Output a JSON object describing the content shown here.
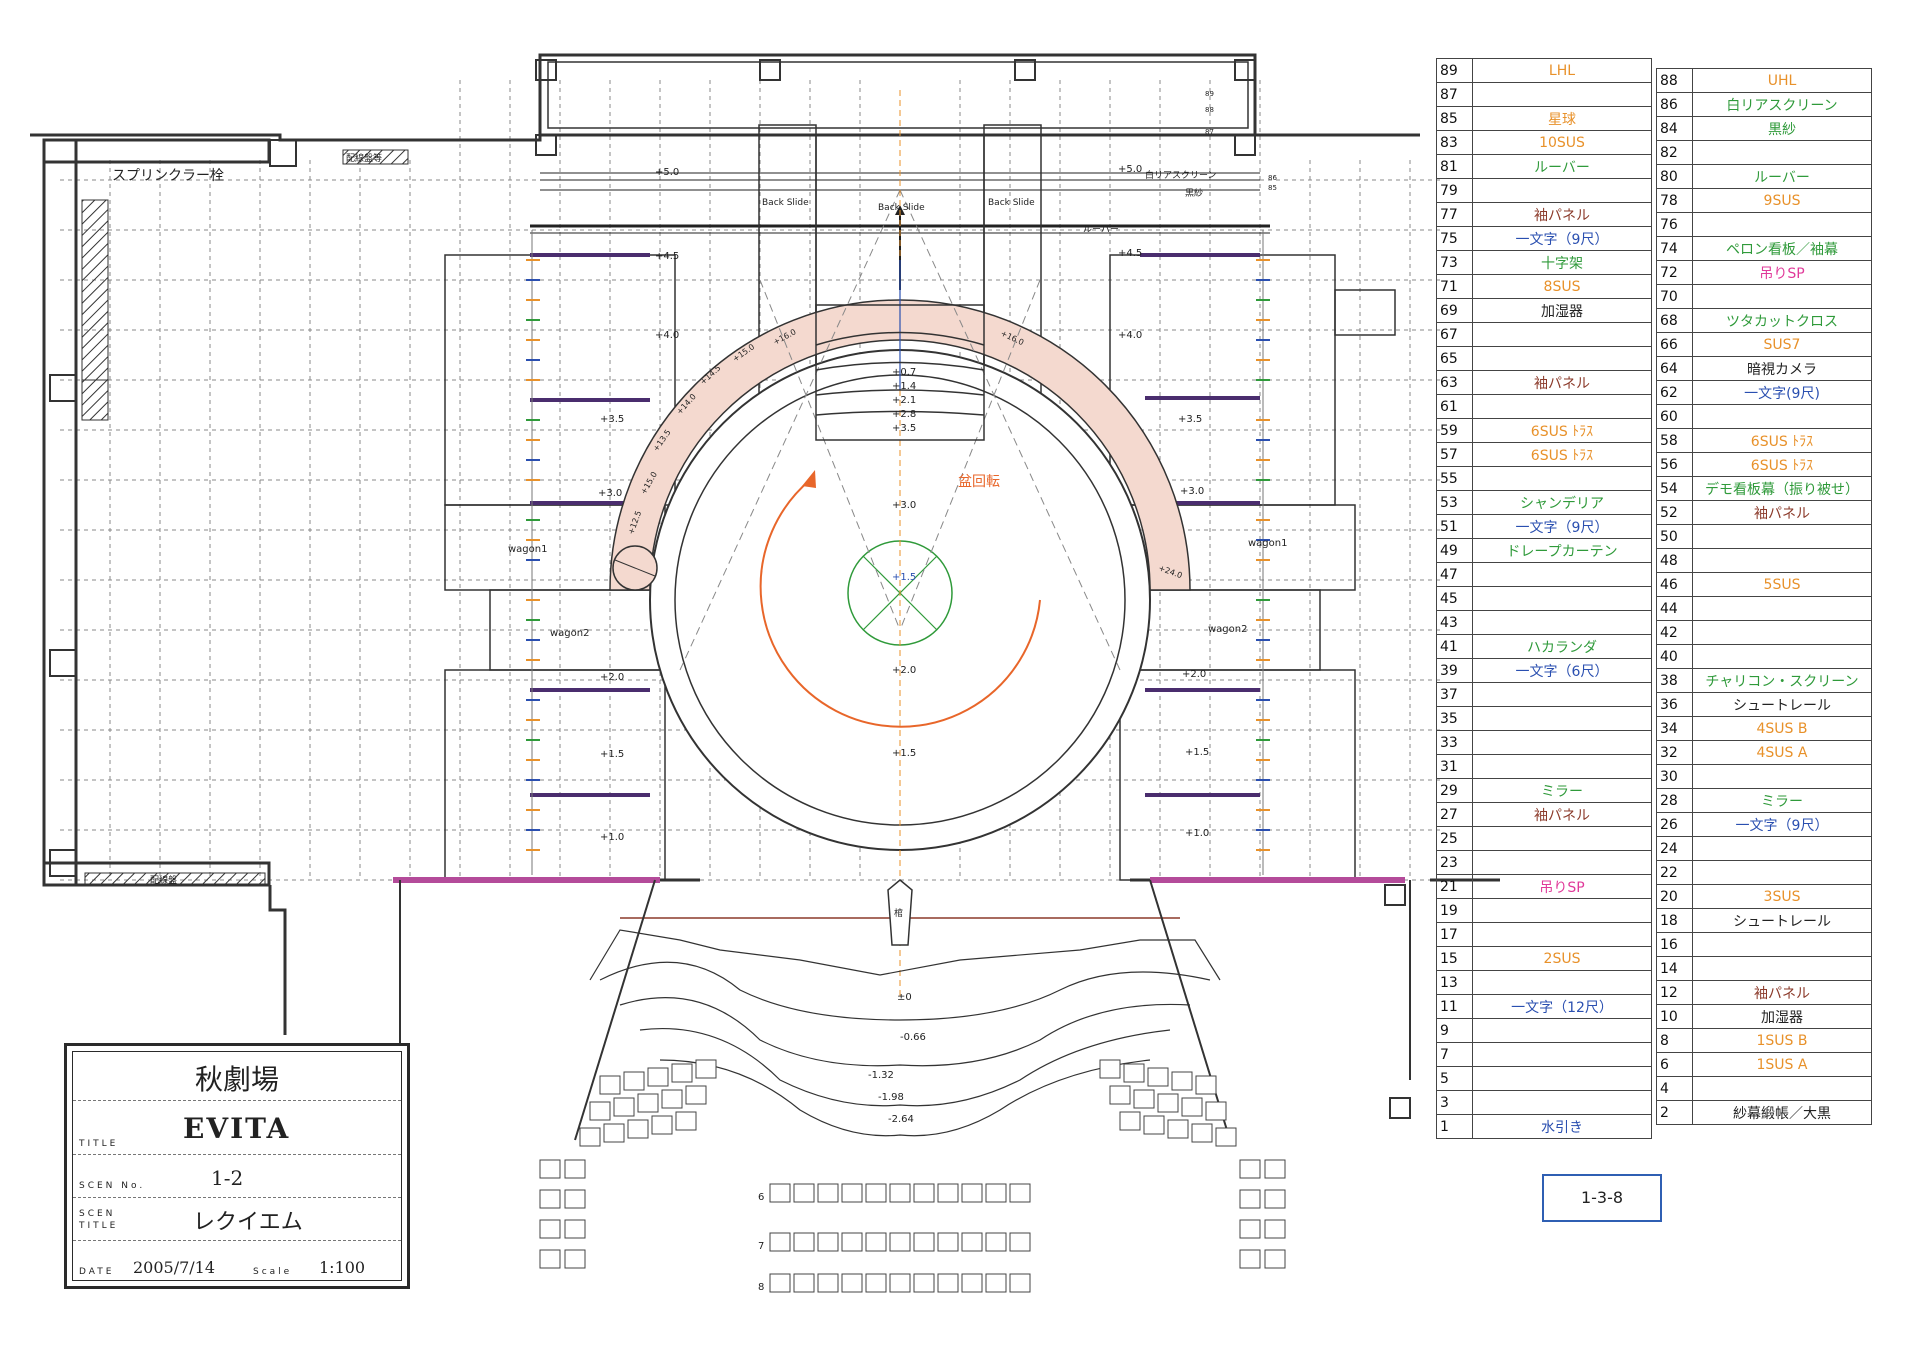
{
  "title_block": {
    "theatre": "秋劇場",
    "title_label": "TITLE",
    "title": "EVITA",
    "scene_no_label": "SCEN No.",
    "scene_no": "1-2",
    "scene_title_label": "SCEN TITLE",
    "scene_title": "レクイエム",
    "date_label": "DATE",
    "date": "2005/7/14",
    "scale_label": "Scale",
    "scale": "1:100"
  },
  "sheet_no": "1-3-8",
  "colors": {
    "orange": "#e8912a",
    "green": "#2f9a3a",
    "blue": "#2a4fb0",
    "brown": "#8b3a2a",
    "magenta": "#e03a9a",
    "black": "#222222",
    "wood": "#f4d9cf",
    "plum": "#4a2d6e"
  },
  "batten_table_left": [
    {
      "no": "89",
      "label": "LHL",
      "color": "orange"
    },
    {
      "no": "87",
      "label": "",
      "color": "black"
    },
    {
      "no": "85",
      "label": "星球",
      "color": "orange"
    },
    {
      "no": "83",
      "label": "10SUS",
      "color": "orange"
    },
    {
      "no": "81",
      "label": "ルーバー",
      "color": "green"
    },
    {
      "no": "79",
      "label": "",
      "color": "black"
    },
    {
      "no": "77",
      "label": "袖パネル",
      "color": "brown"
    },
    {
      "no": "75",
      "label": "一文字（9尺）",
      "color": "blue"
    },
    {
      "no": "73",
      "label": "十字架",
      "color": "green"
    },
    {
      "no": "71",
      "label": "8SUS",
      "color": "orange"
    },
    {
      "no": "69",
      "label": "加湿器",
      "color": "black"
    },
    {
      "no": "67",
      "label": "",
      "color": "black"
    },
    {
      "no": "65",
      "label": "",
      "color": "black"
    },
    {
      "no": "63",
      "label": "袖パネル",
      "color": "brown"
    },
    {
      "no": "61",
      "label": "",
      "color": "black"
    },
    {
      "no": "59",
      "label": "6SUS ﾄﾗｽ",
      "color": "orange"
    },
    {
      "no": "57",
      "label": "6SUS ﾄﾗｽ",
      "color": "orange"
    },
    {
      "no": "55",
      "label": "",
      "color": "black"
    },
    {
      "no": "53",
      "label": "シャンデリア",
      "color": "green"
    },
    {
      "no": "51",
      "label": "一文字（9尺）",
      "color": "blue"
    },
    {
      "no": "49",
      "label": "ドレープカーテン",
      "color": "green"
    },
    {
      "no": "47",
      "label": "",
      "color": "black"
    },
    {
      "no": "45",
      "label": "",
      "color": "black"
    },
    {
      "no": "43",
      "label": "",
      "color": "black"
    },
    {
      "no": "41",
      "label": "ハカランダ",
      "color": "green"
    },
    {
      "no": "39",
      "label": "一文字（6尺）",
      "color": "blue"
    },
    {
      "no": "37",
      "label": "",
      "color": "black"
    },
    {
      "no": "35",
      "label": "",
      "color": "black"
    },
    {
      "no": "33",
      "label": "",
      "color": "black"
    },
    {
      "no": "31",
      "label": "",
      "color": "black"
    },
    {
      "no": "29",
      "label": "ミラー",
      "color": "green"
    },
    {
      "no": "27",
      "label": "袖パネル",
      "color": "brown"
    },
    {
      "no": "25",
      "label": "",
      "color": "black"
    },
    {
      "no": "23",
      "label": "",
      "color": "black"
    },
    {
      "no": "21",
      "label": "吊りSP",
      "color": "magenta"
    },
    {
      "no": "19",
      "label": "",
      "color": "black"
    },
    {
      "no": "17",
      "label": "",
      "color": "black"
    },
    {
      "no": "15",
      "label": "2SUS",
      "color": "orange"
    },
    {
      "no": "13",
      "label": "",
      "color": "black"
    },
    {
      "no": "11",
      "label": "一文字（12尺）",
      "color": "blue"
    },
    {
      "no": "9",
      "label": "",
      "color": "black"
    },
    {
      "no": "7",
      "label": "",
      "color": "black"
    },
    {
      "no": "5",
      "label": "",
      "color": "black"
    },
    {
      "no": "3",
      "label": "",
      "color": "black"
    },
    {
      "no": "1",
      "label": "水引き",
      "color": "blue"
    }
  ],
  "batten_table_right": [
    {
      "no": "88",
      "label": "UHL",
      "color": "orange"
    },
    {
      "no": "86",
      "label": "白リアスクリーン",
      "color": "green"
    },
    {
      "no": "84",
      "label": "黒紗",
      "color": "green"
    },
    {
      "no": "82",
      "label": "",
      "color": "black"
    },
    {
      "no": "80",
      "label": "ルーバー",
      "color": "green"
    },
    {
      "no": "78",
      "label": "9SUS",
      "color": "orange"
    },
    {
      "no": "76",
      "label": "",
      "color": "black"
    },
    {
      "no": "74",
      "label": "ペロン看板／袖幕",
      "color": "green"
    },
    {
      "no": "72",
      "label": "吊りSP",
      "color": "magenta"
    },
    {
      "no": "70",
      "label": "",
      "color": "black"
    },
    {
      "no": "68",
      "label": "ツタカットクロス",
      "color": "green"
    },
    {
      "no": "66",
      "label": "SUS7",
      "color": "orange"
    },
    {
      "no": "64",
      "label": "暗視カメラ",
      "color": "black"
    },
    {
      "no": "62",
      "label": "一文字(9尺)",
      "color": "blue"
    },
    {
      "no": "60",
      "label": "",
      "color": "black"
    },
    {
      "no": "58",
      "label": "6SUS ﾄﾗｽ",
      "color": "orange"
    },
    {
      "no": "56",
      "label": "6SUS ﾄﾗｽ",
      "color": "orange"
    },
    {
      "no": "54",
      "label": "デモ看板幕（振り被せ）",
      "color": "green"
    },
    {
      "no": "52",
      "label": "袖パネル",
      "color": "brown"
    },
    {
      "no": "50",
      "label": "",
      "color": "black"
    },
    {
      "no": "48",
      "label": "",
      "color": "black"
    },
    {
      "no": "46",
      "label": "5SUS",
      "color": "orange"
    },
    {
      "no": "44",
      "label": "",
      "color": "black"
    },
    {
      "no": "42",
      "label": "",
      "color": "black"
    },
    {
      "no": "40",
      "label": "",
      "color": "black"
    },
    {
      "no": "38",
      "label": "チャリコン・スクリーン",
      "color": "green"
    },
    {
      "no": "36",
      "label": "シュートレール",
      "color": "black"
    },
    {
      "no": "34",
      "label": "4SUS B",
      "color": "orange"
    },
    {
      "no": "32",
      "label": "4SUS A",
      "color": "orange"
    },
    {
      "no": "30",
      "label": "",
      "color": "black"
    },
    {
      "no": "28",
      "label": "ミラー",
      "color": "green"
    },
    {
      "no": "26",
      "label": "一文字（9尺）",
      "color": "blue"
    },
    {
      "no": "24",
      "label": "",
      "color": "black"
    },
    {
      "no": "22",
      "label": "",
      "color": "black"
    },
    {
      "no": "20",
      "label": "3SUS",
      "color": "orange"
    },
    {
      "no": "18",
      "label": "シュートレール",
      "color": "black"
    },
    {
      "no": "16",
      "label": "",
      "color": "black"
    },
    {
      "no": "14",
      "label": "",
      "color": "black"
    },
    {
      "no": "12",
      "label": "袖パネル",
      "color": "brown"
    },
    {
      "no": "10",
      "label": "加湿器",
      "color": "black"
    },
    {
      "no": "8",
      "label": "1SUS B",
      "color": "orange"
    },
    {
      "no": "6",
      "label": "1SUS A",
      "color": "orange"
    },
    {
      "no": "4",
      "label": "",
      "color": "black"
    },
    {
      "no": "2",
      "label": "紗幕緞帳／大黒",
      "color": "black"
    }
  ],
  "plan_labels": {
    "sprinkler": "スプリンクラー栓",
    "panel_top": "配線盤等",
    "panel_bottom": "配線盤",
    "rotation": "盆回転",
    "coffin": "棺",
    "back_slide": "Back Slide",
    "wagon1": "wagon1",
    "wagon2": "wagon2",
    "rear_screen": "白リアスクリーン",
    "gauze": "黒紗",
    "louver": "ルーバー",
    "center_value": "+1.5",
    "zero": "±0"
  },
  "elevations_left": [
    "+5.0",
    "+4.5",
    "+4.0",
    "+3.5",
    "+3.0",
    "+2.0",
    "+1.5",
    "+1.0"
  ],
  "elevations_right": [
    "+5.0",
    "+4.5",
    "+4.0",
    "+3.5",
    "+3.0",
    "+2.0",
    "+1.5",
    "+1.0"
  ],
  "center_steps": [
    "+0.7",
    "+1.4",
    "+2.1",
    "+2.8",
    "+3.5"
  ],
  "center_axis": [
    "+3.0",
    "+2.0",
    "+1.5"
  ],
  "ramp_marks": [
    "+12.5",
    "+13.5",
    "+14.0",
    "+14.5",
    "+15.0",
    "+15.0",
    "+16.0",
    "+16.0",
    "+24.0"
  ],
  "house_levels": [
    "-0.66",
    "-1.32",
    "-1.98",
    "-2.64"
  ],
  "row_numbers": [
    "6",
    "7",
    "8"
  ],
  "rail_numbers_top": [
    "89",
    "88",
    "87",
    "86",
    "85"
  ]
}
